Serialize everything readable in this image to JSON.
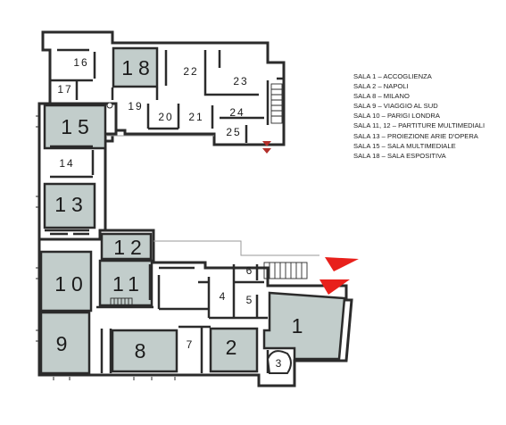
{
  "legend": [
    "SALA 1 – ACCOGLIENZA",
    "SALA 2 – NAPOLI",
    "SALA 8 – MILANO",
    "SALA 9 – VIAGGIO AL SUD",
    "SALA 10 – PARIGI LONDRA",
    "SALA 11, 12 – PARTITURE MULTIMEDIALI",
    "SALA 13 – PROIEZIONE ARIE D'OPERA",
    "SALA 15 – SALA MULTIMEDIALE",
    "SALA 18 – SALA ESPOSITIVA"
  ],
  "rooms": {
    "r1": "1",
    "r2": "2",
    "r3": "3",
    "r4": "4",
    "r5": "5",
    "r6": "6",
    "r7": "7",
    "r8": "8",
    "r9": "9",
    "r10": "10",
    "r11": "11",
    "r12": "12",
    "r13": "13",
    "r14": "14",
    "r15": "15",
    "r16": "16",
    "r17": "17",
    "r18": "18",
    "r19": "19",
    "r20": "20",
    "r21": "21",
    "r22": "22",
    "r23": "23",
    "r24": "24",
    "r25": "25"
  },
  "colors": {
    "exhibition_room": "#c2cdcb",
    "wall": "#2b2b2b",
    "entrance_arrow": "#e8201b",
    "small_arrow": "#b3302b"
  }
}
